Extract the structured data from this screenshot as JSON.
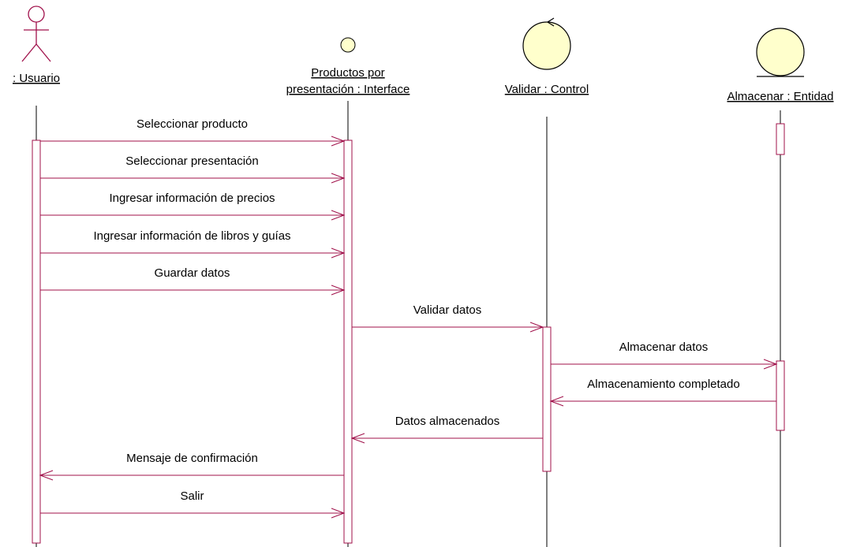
{
  "colors": {
    "line": "#a0104a",
    "node_fill": "#ffffcc",
    "node_stroke": "#000000",
    "text": "#000000"
  },
  "participants": [
    {
      "id": "usuario",
      "type": "actor",
      "label_lines": [
        ": Usuario"
      ]
    },
    {
      "id": "interface",
      "type": "boundary",
      "label_lines": [
        "Productos por ",
        "presentación : Interface"
      ]
    },
    {
      "id": "control",
      "type": "control",
      "label_lines": [
        "Validar : Control"
      ]
    },
    {
      "id": "entidad",
      "type": "entity",
      "label_lines": [
        "Almacenar : Entidad"
      ]
    }
  ],
  "messages": [
    {
      "from": "usuario",
      "to": "interface",
      "label": "Seleccionar producto"
    },
    {
      "from": "usuario",
      "to": "interface",
      "label": "Seleccionar presentación"
    },
    {
      "from": "usuario",
      "to": "interface",
      "label": "Ingresar información de precios"
    },
    {
      "from": "usuario",
      "to": "interface",
      "label": "Ingresar información de libros y guías"
    },
    {
      "from": "usuario",
      "to": "interface",
      "label": "Guardar datos"
    },
    {
      "from": "interface",
      "to": "control",
      "label": "Validar datos"
    },
    {
      "from": "control",
      "to": "entidad",
      "label": "Almacenar datos"
    },
    {
      "from": "entidad",
      "to": "control",
      "label": "Almacenamiento completado"
    },
    {
      "from": "control",
      "to": "interface",
      "label": "Datos almacenados"
    },
    {
      "from": "interface",
      "to": "usuario",
      "label": "Mensaje de confirmación"
    },
    {
      "from": "usuario",
      "to": "interface",
      "label": "Salir"
    }
  ]
}
